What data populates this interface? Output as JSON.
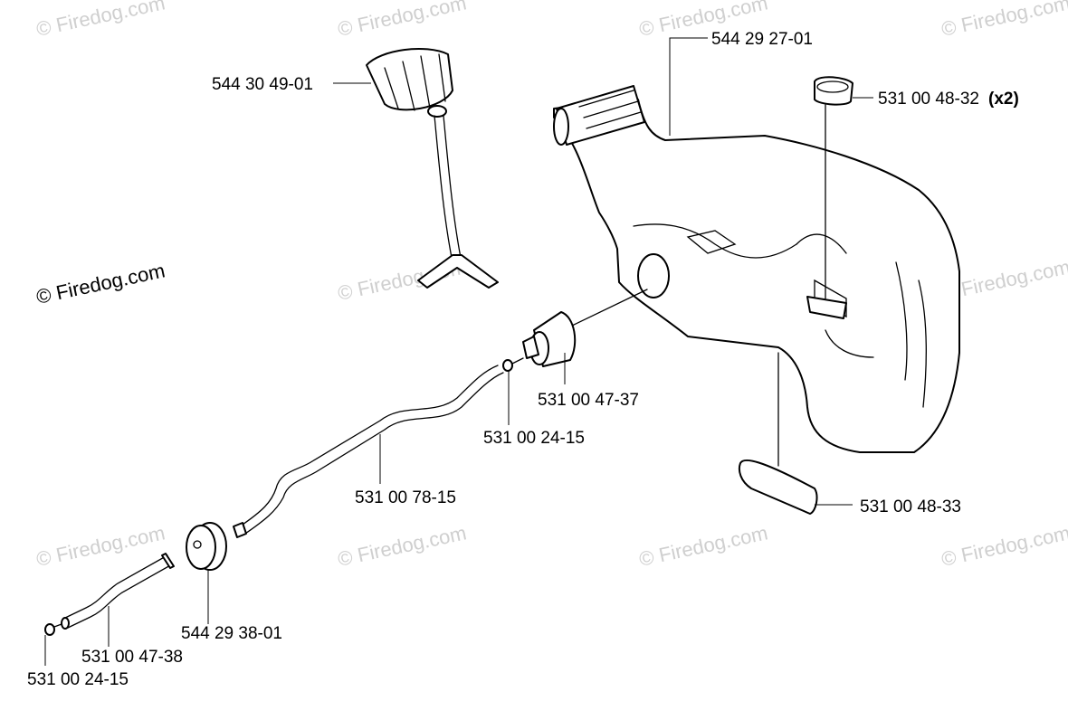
{
  "watermark": {
    "text": "© Firedog.com",
    "primary_text": "© Firedog.com"
  },
  "callouts": [
    {
      "id": "tank",
      "part_number": "544 29 27-01",
      "qualifier": ""
    },
    {
      "id": "cap",
      "part_number": "544 30 49-01",
      "qualifier": ""
    },
    {
      "id": "tank-mount-top",
      "part_number": "531 00 48-32",
      "qualifier": "(x2)"
    },
    {
      "id": "filter",
      "part_number": "531 00 47-37",
      "qualifier": ""
    },
    {
      "id": "clip-upper",
      "part_number": "531 00 24-15",
      "qualifier": ""
    },
    {
      "id": "hose",
      "part_number": "531 00 78-15",
      "qualifier": ""
    },
    {
      "id": "tank-mount-bottom",
      "part_number": "531 00 48-33",
      "qualifier": ""
    },
    {
      "id": "grommet",
      "part_number": "544 29 38-01",
      "qualifier": ""
    },
    {
      "id": "pipe",
      "part_number": "531 00 47-38",
      "qualifier": ""
    },
    {
      "id": "clip-lower",
      "part_number": "531 00 24-15",
      "qualifier": ""
    }
  ]
}
